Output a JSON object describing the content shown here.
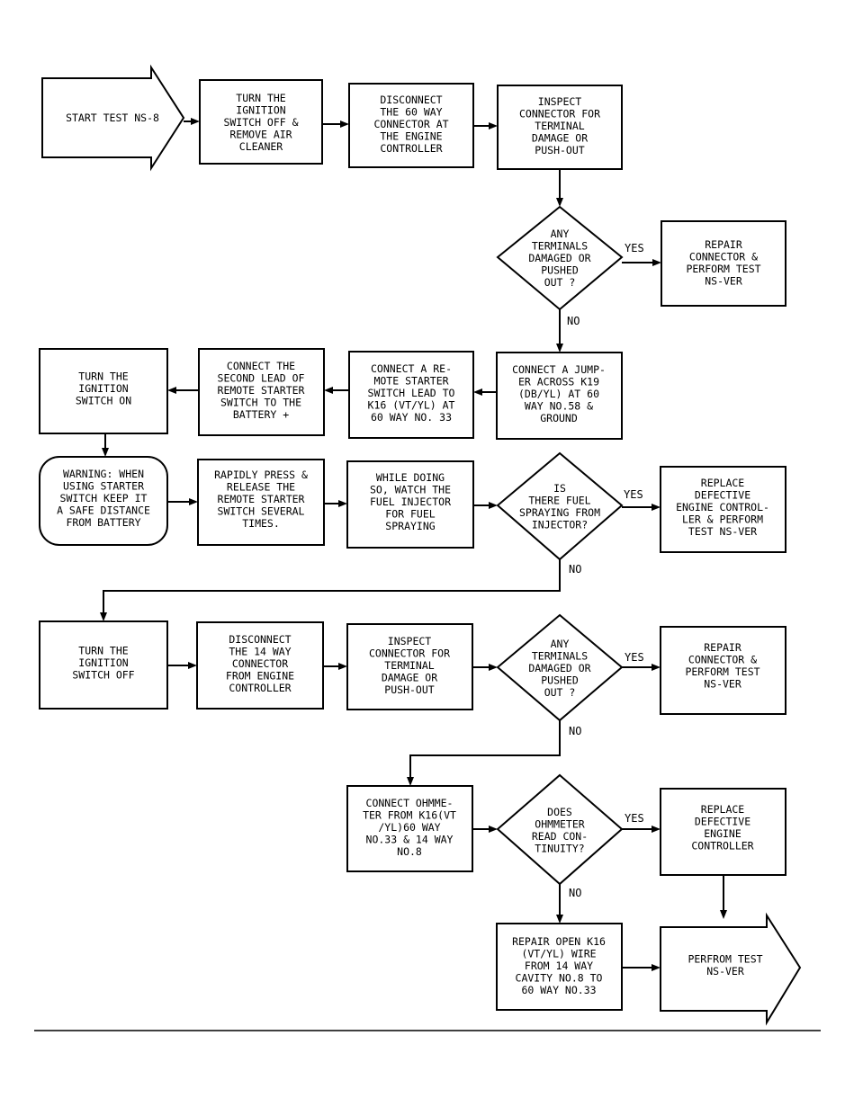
{
  "nodes": {
    "start": [
      "START TEST NS-8"
    ],
    "s1": [
      "TURN THE",
      "IGNITION",
      "SWITCH OFF &",
      "REMOVE AIR",
      "CLEANER"
    ],
    "s2": [
      "DISCONNECT",
      "THE 60 WAY",
      "CONNECTOR AT",
      "THE ENGINE",
      "CONTROLLER"
    ],
    "s3": [
      "INSPECT",
      "CONNECTOR FOR",
      "TERMINAL",
      "DAMAGE OR",
      "PUSH-OUT"
    ],
    "d1": [
      "ANY",
      "TERMINALS",
      "DAMAGED OR",
      "PUSHED",
      "OUT ?"
    ],
    "r1": [
      "REPAIR",
      "CONNECTOR &",
      "PERFORM TEST",
      "NS-VER"
    ],
    "s4": [
      "CONNECT A JUMP-",
      "ER ACROSS K19",
      "(DB/YL) AT 60",
      "WAY NO.58 &",
      "GROUND"
    ],
    "s5": [
      "CONNECT A RE-",
      "MOTE STARTER",
      "SWITCH LEAD TO",
      "K16 (VT/YL) AT",
      "60 WAY NO. 33"
    ],
    "s6": [
      "CONNECT THE",
      "SECOND LEAD OF",
      "REMOTE STARTER",
      "SWITCH TO THE",
      "BATTERY +"
    ],
    "s7": [
      "TURN THE",
      "IGNITION",
      "SWITCH ON"
    ],
    "warn": [
      "WARNING: WHEN",
      "USING STARTER",
      "SWITCH KEEP IT",
      "A SAFE DISTANCE",
      "FROM BATTERY"
    ],
    "s8": [
      "RAPIDLY PRESS &",
      "RELEASE THE",
      "REMOTE STARTER",
      "SWITCH SEVERAL",
      "TIMES."
    ],
    "s9": [
      "WHILE DOING",
      "SO, WATCH THE",
      "FUEL INJECTOR",
      "FOR FUEL",
      "SPRAYING"
    ],
    "d2": [
      "IS",
      "THERE FUEL",
      "SPRAYING FROM",
      "INJECTOR?"
    ],
    "r2": [
      "REPLACE",
      "DEFECTIVE",
      "ENGINE CONTROL-",
      "LER & PERFORM",
      "TEST NS-VER"
    ],
    "s10": [
      "TURN THE",
      "IGNITION",
      "SWITCH OFF"
    ],
    "s11": [
      "DISCONNECT",
      "THE 14 WAY",
      "CONNECTOR",
      "FROM ENGINE",
      "CONTROLLER"
    ],
    "s12": [
      "INSPECT",
      "CONNECTOR FOR",
      "TERMINAL",
      "DAMAGE OR",
      "PUSH-OUT"
    ],
    "d3": [
      "ANY",
      "TERMINALS",
      "DAMAGED OR",
      "PUSHED",
      "OUT ?"
    ],
    "r3": [
      "REPAIR",
      "CONNECTOR &",
      "PERFORM TEST",
      "NS-VER"
    ],
    "s13": [
      "CONNECT OHMME-",
      "TER FROM K16(VT",
      "/YL)60 WAY",
      "NO.33 & 14 WAY",
      "NO.8"
    ],
    "d4": [
      "DOES",
      "OHMMETER",
      "READ CON-",
      "TINUITY?"
    ],
    "r4": [
      "REPLACE",
      "DEFECTIVE",
      "ENGINE",
      "CONTROLLER"
    ],
    "r5": [
      "REPAIR OPEN K16",
      "(VT/YL) WIRE",
      "FROM 14 WAY",
      "CAVITY NO.8 TO",
      "60 WAY NO.33"
    ],
    "end": [
      "PERFROM TEST",
      "NS-VER"
    ]
  },
  "labels": {
    "d1_yes": "YES",
    "d1_no": "NO",
    "d2_yes": "YES",
    "d2_no": "NO",
    "d3_yes": "YES",
    "d3_no": "NO",
    "d4_yes": "YES",
    "d4_no": "NO"
  }
}
